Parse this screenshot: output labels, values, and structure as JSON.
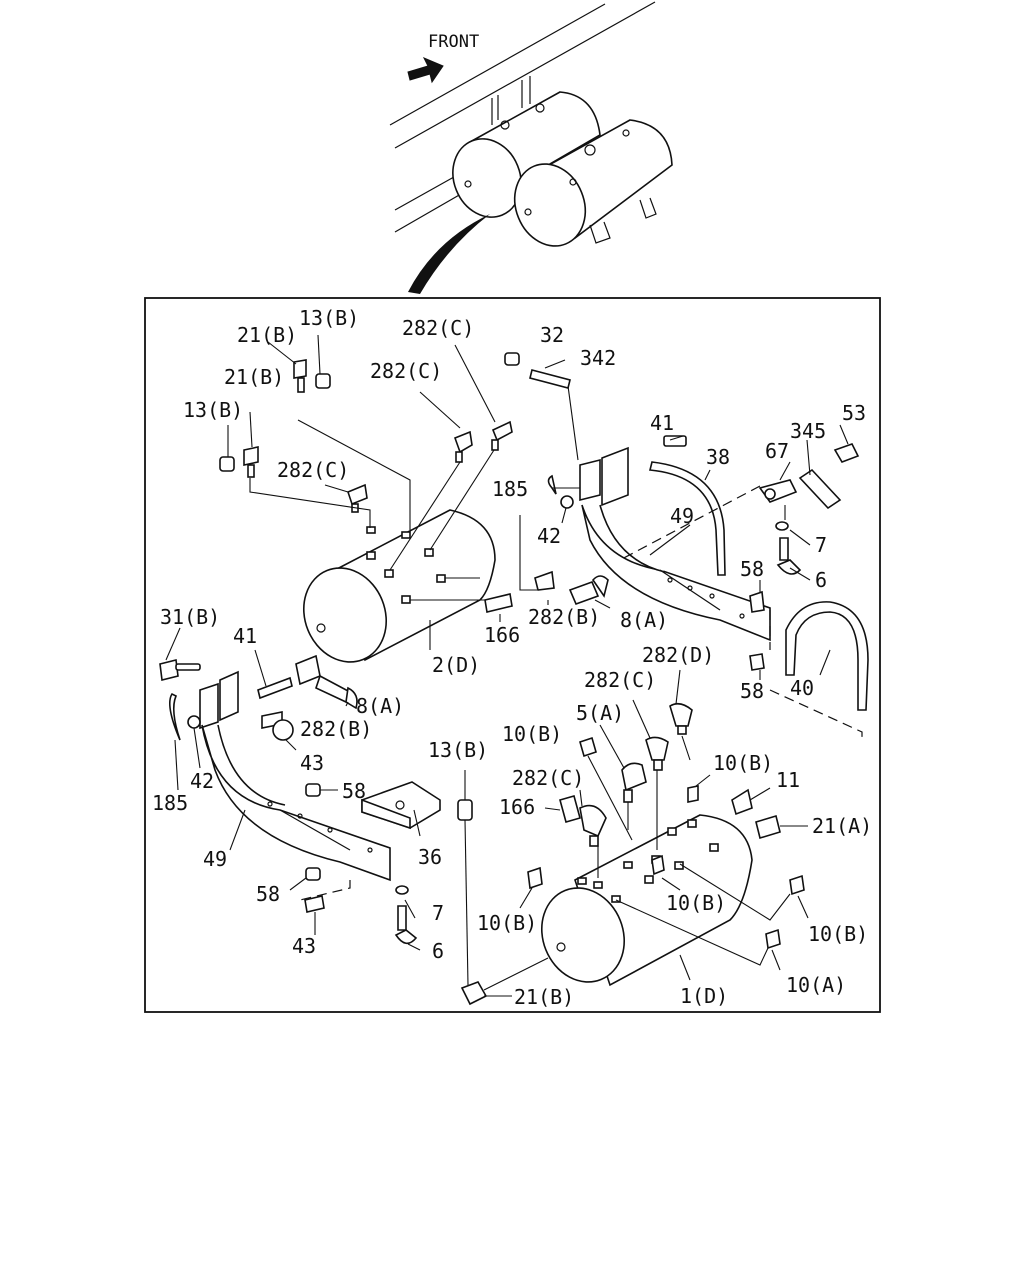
{
  "overview": {
    "front_label": "FRONT"
  },
  "callouts": {
    "c21b_top": "21(B)",
    "c13b_top": "13(B)",
    "c21b_mid": "21(B)",
    "c13b_mid": "13(B)",
    "c282c_1": "282(C)",
    "c282c_2": "282(C)",
    "c282c_3": "282(C)",
    "c32": "32",
    "c342": "342",
    "c41_right": "41",
    "c38": "38",
    "c67": "67",
    "c345": "345",
    "c53": "53",
    "c185_right": "185",
    "c42_right": "42",
    "c49_right": "49",
    "c7_right": "7",
    "c6_right": "6",
    "c58_r1": "58",
    "c58_r2": "58",
    "c40": "40",
    "c282b_right": "282(B)",
    "c8a_right": "8(A)",
    "c166_top": "166",
    "c2d": "2(D)",
    "c31b": "31(B)",
    "c41_left": "41",
    "c8a_left": "8(A)",
    "c282b_left": "282(B)",
    "c43_top": "43",
    "c185_left": "185",
    "c42_left": "42",
    "c58_l1": "58",
    "c36": "36",
    "c49_left": "49",
    "c58_l2": "58",
    "c7_left": "7",
    "c43_bot": "43",
    "c6_left": "6",
    "c13b_low": "13(B)",
    "c282d": "282(D)",
    "c282c_4": "282(C)",
    "c5a": "5(A)",
    "c10b_1": "10(B)",
    "c10b_2": "10(B)",
    "c11": "11",
    "c282c_5": "282(C)",
    "c166_low": "166",
    "c21a": "21(A)",
    "c10b_3": "10(B)",
    "c10b_4": "10(B)",
    "c10b_5": "10(B)",
    "c10a": "10(A)",
    "c1d": "1(D)",
    "c21b_bot": "21(B)"
  }
}
